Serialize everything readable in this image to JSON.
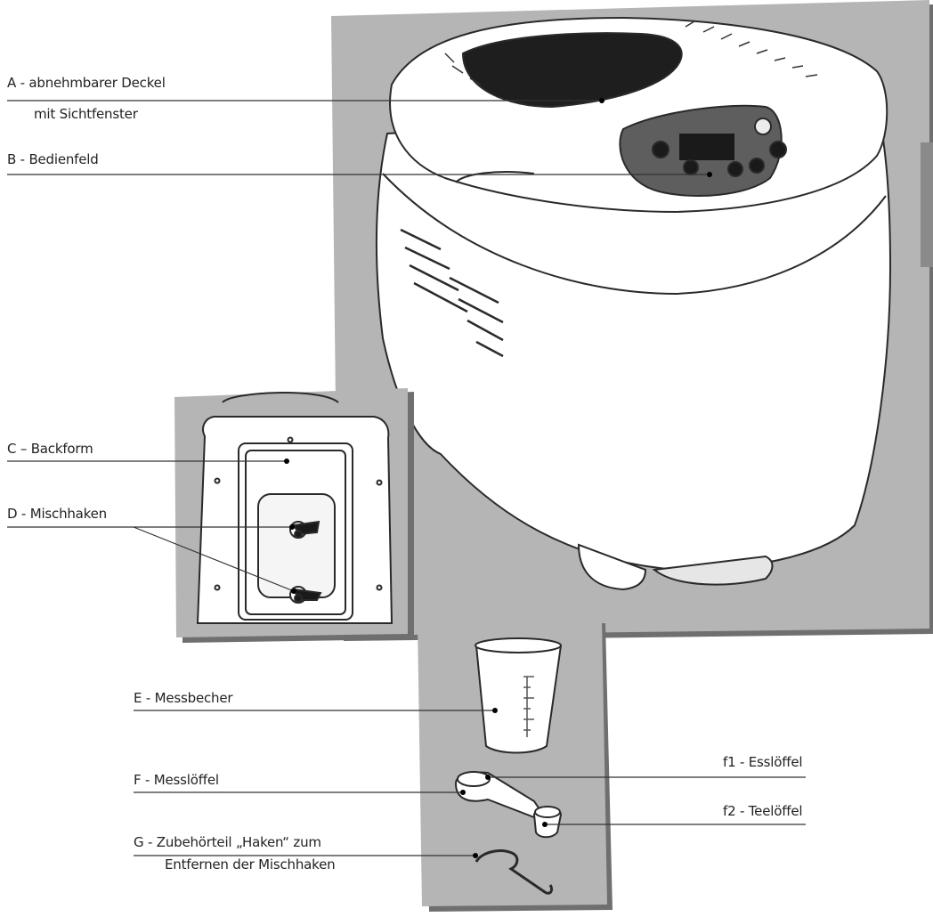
{
  "labels": {
    "A": {
      "line1": "A - abnehmbarer Deckel",
      "line2": "mit Sichtfenster"
    },
    "B": "B - Bedienfeld",
    "C": "C – Backform",
    "D": "D - Mischhaken",
    "E": "E - Messbecher",
    "F": "F - Messlöffel",
    "f1": "f1 - Esslöffel",
    "f2": "f2 - Teelöffel",
    "G": {
      "line1": "G - Zubehörteil „Haken“ zum",
      "line2": "Entfernen der Mischhaken"
    }
  },
  "colors": {
    "panel": "#b5b5b5",
    "panel_shadow": "#6f6f6f",
    "line": "#333333",
    "appliance": "#ffffff"
  }
}
